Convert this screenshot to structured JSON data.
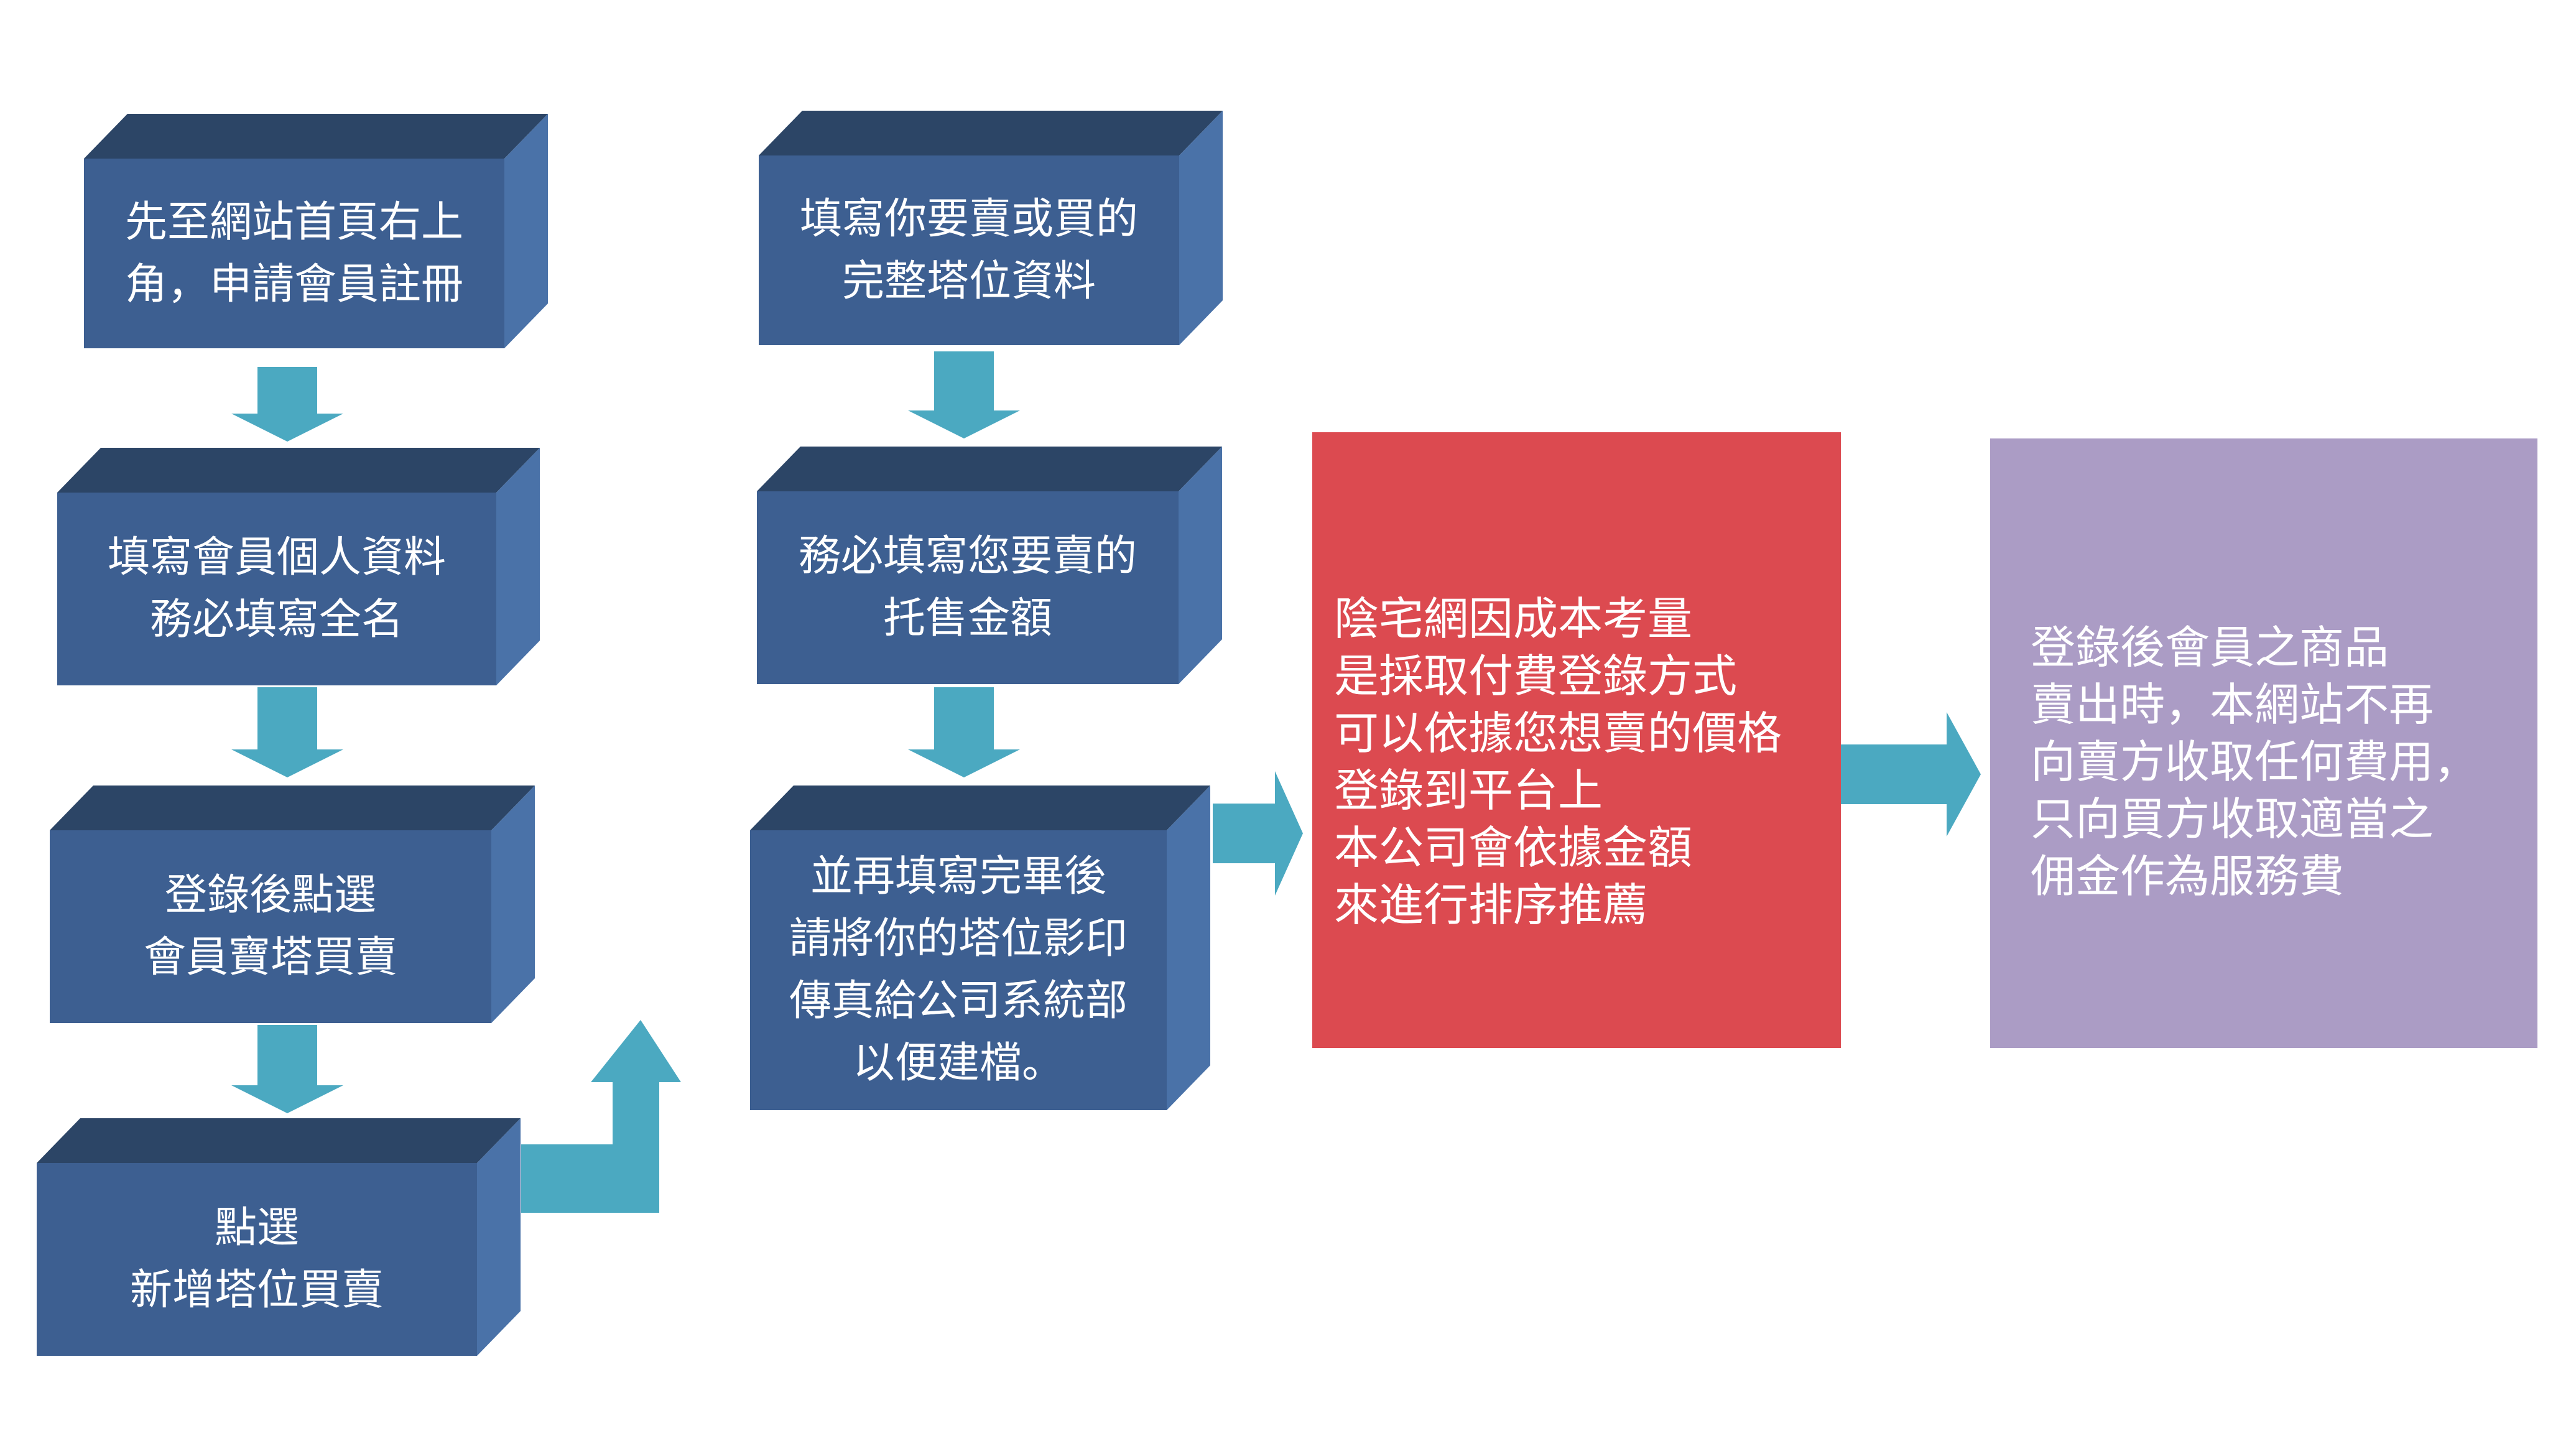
{
  "colors": {
    "box_front": "#3d5f91",
    "box_top": "#2c4566",
    "box_side": "#4a72a8",
    "arrow": "#4ba9c1",
    "red_panel": "#dc4a50",
    "purple_panel": "#ab9cc5"
  },
  "left_column": [
    {
      "lines": [
        "先至網站首頁右上",
        "角，申請會員註冊"
      ]
    },
    {
      "lines": [
        "填寫會員個人資料",
        "務必填寫全名"
      ]
    },
    {
      "lines": [
        "登錄後點選",
        "會員寶塔買賣"
      ]
    },
    {
      "lines": [
        "點選",
        "新增塔位買賣"
      ]
    }
  ],
  "middle_column": [
    {
      "lines": [
        "填寫你要賣或買的",
        "完整塔位資料"
      ]
    },
    {
      "lines": [
        "務必填寫您要賣的",
        "托售金額"
      ]
    },
    {
      "lines": [
        "並再填寫完畢後",
        "請將你的塔位影印",
        "傳真給公司系統部",
        "以便建檔。"
      ]
    }
  ],
  "red_panel": {
    "lines": [
      "陰宅網因成本考量",
      "是採取付費登錄方式",
      "可以依據您想賣的價格",
      "登錄到平台上",
      "本公司會依據金額",
      "來進行排序推薦"
    ]
  },
  "purple_panel": {
    "lines": [
      "登錄後會員之商品",
      "賣出時，本網站不再",
      "向賣方收取任何費用，",
      "只向買方收取適當之",
      "佣金作為服務費"
    ]
  }
}
